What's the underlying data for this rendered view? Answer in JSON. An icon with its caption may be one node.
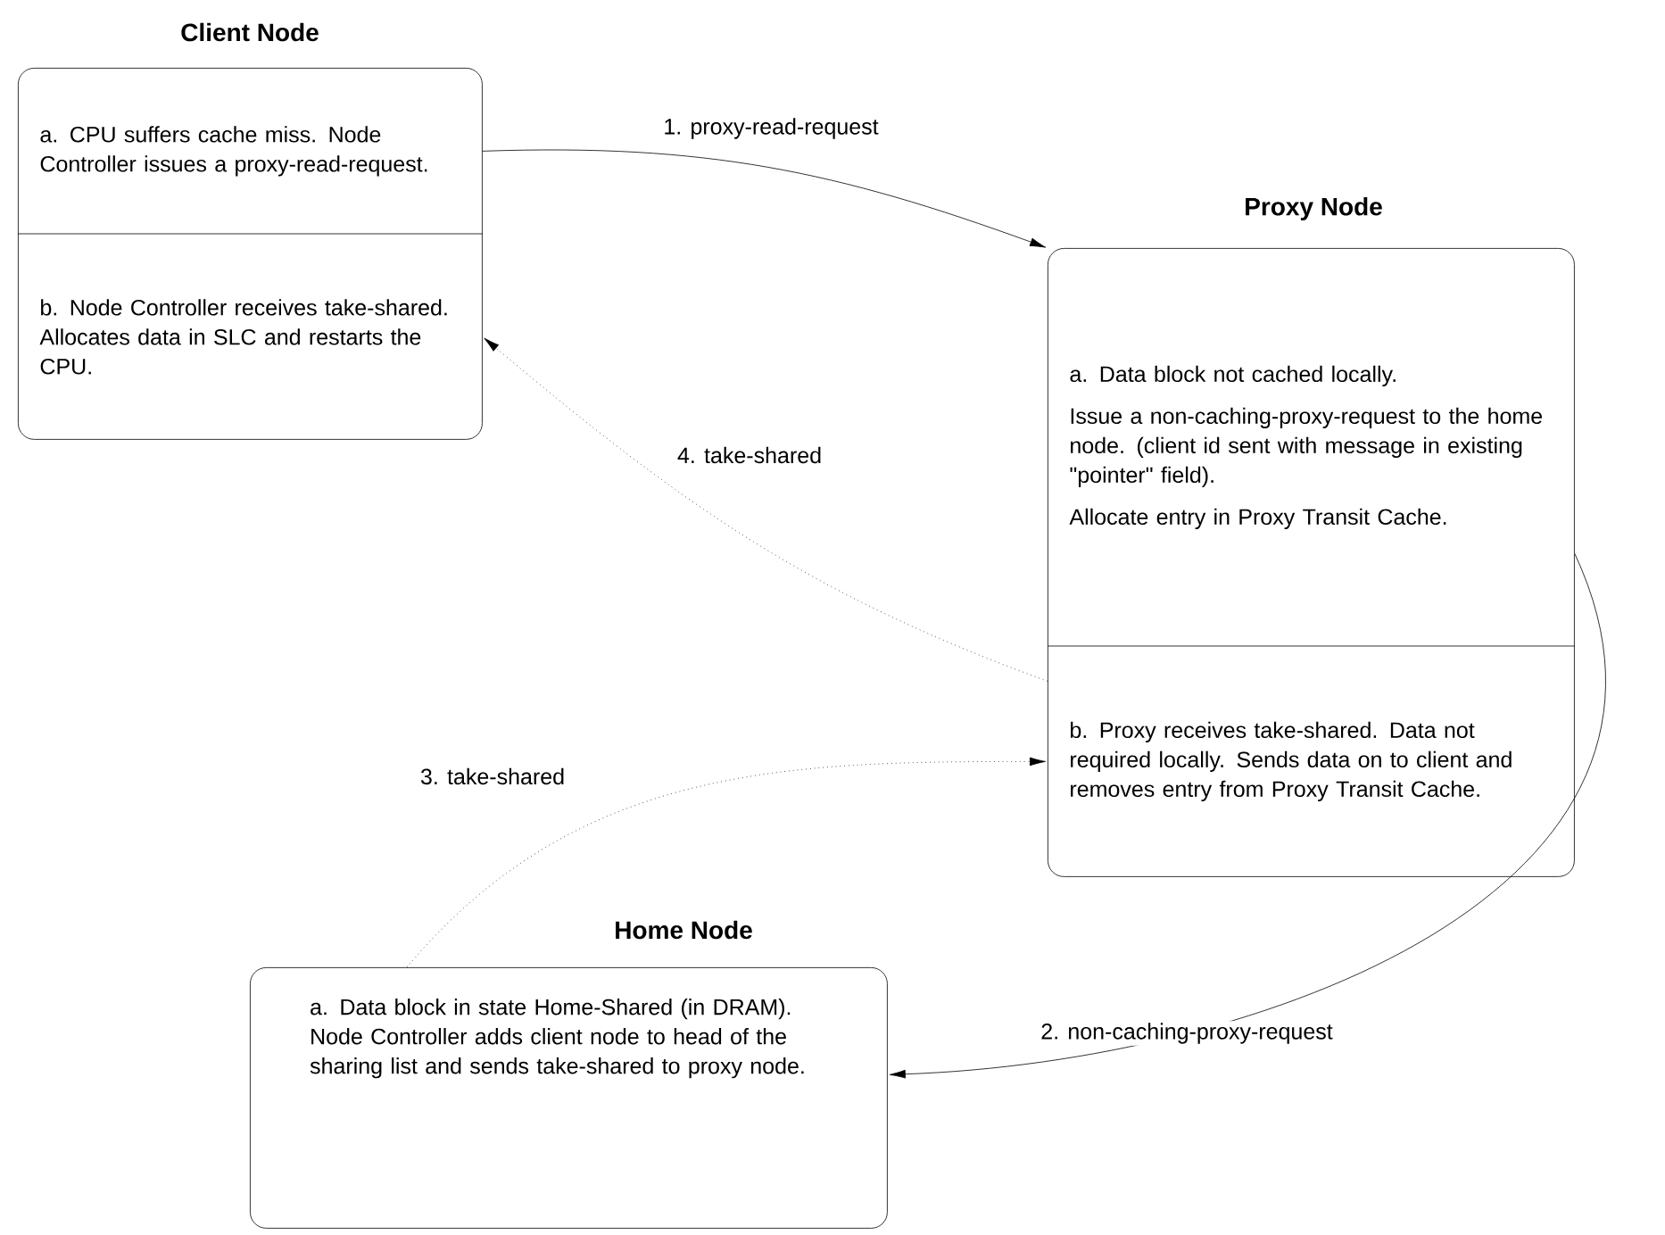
{
  "diagram": {
    "nodes": [
      {
        "text": [
          "Client Node"
        ]
      },
      {
        "text": [
          "a. CPU suffers cache miss. Node Controller issues a proxy-read-request."
        ],
        "in": 0
      },
      {
        "text": [
          "b. Node Controller receives take-shared. Allocates data in SLC and restarts the CPU."
        ],
        "in": 0
      },
      {
        "text": [
          "Proxy Node"
        ]
      },
      {
        "text": [
          "a. Data block not cached locally.",
          "Issue a non-caching-proxy-request to the home node. (client id sent with message in existing \"pointer\" field).",
          "Allocate entry in Proxy Transit Cache."
        ],
        "in": 3
      },
      {
        "text": [
          "b. Proxy receives take-shared. Data not required locally. Sends data on to client and removes entry from Proxy Transit Cache."
        ],
        "in": 3
      },
      {
        "text": [
          "Home Node",
          "a. Data block in state Home-Shared (in DRAM). Node Controller adds client node to head of the sharing list and sends take-shared to proxy node."
        ]
      }
    ],
    "edges": [
      {
        "from": 1,
        "to": 3,
        "arrow": "to",
        "label": "1. proxy-read-request"
      },
      {
        "from": 3,
        "to": 6,
        "arrow": "to",
        "label": "2. non-caching-proxy-request"
      },
      {
        "from": 6,
        "to": 5,
        "arrow": "to",
        "label": "3. take-shared",
        "style": "dashed"
      },
      {
        "from": 5,
        "to": 2,
        "arrow": "to",
        "label": "4. take-shared",
        "style": "dashed"
      }
    ]
  }
}
